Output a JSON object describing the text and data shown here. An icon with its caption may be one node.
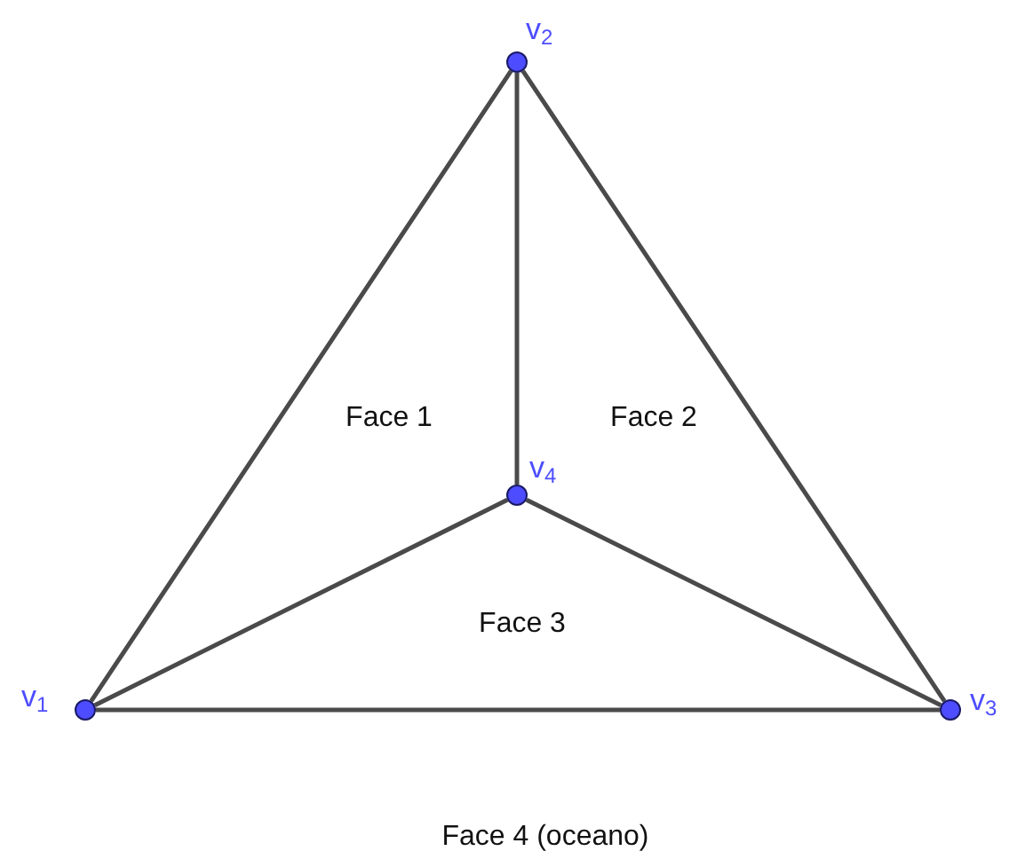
{
  "diagram": {
    "nodes": [
      {
        "text": [],
        "shape": "circle",
        "beside": [
          "v$_{2}$"
        ]
      },
      {
        "text": [],
        "shape": "circle",
        "beside": [
          "v$_{4}$"
        ]
      },
      {
        "text": [],
        "shape": "circle",
        "beside": [
          "v$_{1}$"
        ]
      },
      {
        "text": [],
        "shape": "circle",
        "beside": [
          "v$_{3}$"
        ]
      }
    ],
    "edges": [
      {
        "from": 2,
        "to": 0,
        "arrow": "none"
      },
      {
        "from": 0,
        "to": 3,
        "arrow": "none"
      },
      {
        "from": 0,
        "to": 1,
        "arrow": "none"
      },
      {
        "from": 2,
        "to": 1,
        "arrow": "none"
      },
      {
        "from": 1,
        "to": 3,
        "arrow": "none"
      },
      {
        "from": 2,
        "to": 3,
        "arrow": "none"
      }
    ],
    "labels": [
      "Face 1",
      "Face 2",
      "Face 3",
      "Face 4 (oceano)"
    ]
  }
}
